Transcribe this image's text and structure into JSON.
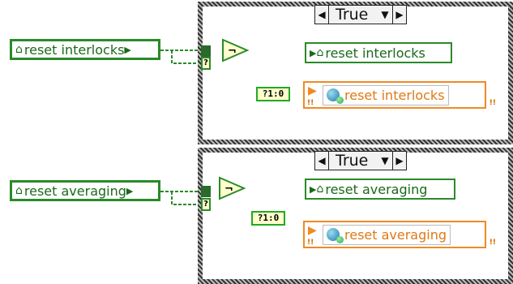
{
  "cases": [
    {
      "selector_label": "True",
      "input_local": "reset interlocks",
      "output_local": "reset interlocks",
      "property_label": "reset interlocks",
      "b2n_label": "?1:0",
      "sel_term_label": "?"
    },
    {
      "selector_label": "True",
      "input_local": "reset averaging",
      "output_local": "reset averaging",
      "property_label": "reset averaging",
      "b2n_label": "?1:0",
      "sel_term_label": "?"
    }
  ],
  "glyphs": {
    "house": "⌂",
    "arrow_left": "◀",
    "arrow_right": "▶",
    "dropdown": "▼",
    "not_gate": "¬",
    "error": "!!"
  },
  "colors": {
    "boolean_wire": "#2a8a2a",
    "int_wire": "#2030d0",
    "ref_wire": "#e0a030",
    "property_orange": "#f08a24"
  }
}
